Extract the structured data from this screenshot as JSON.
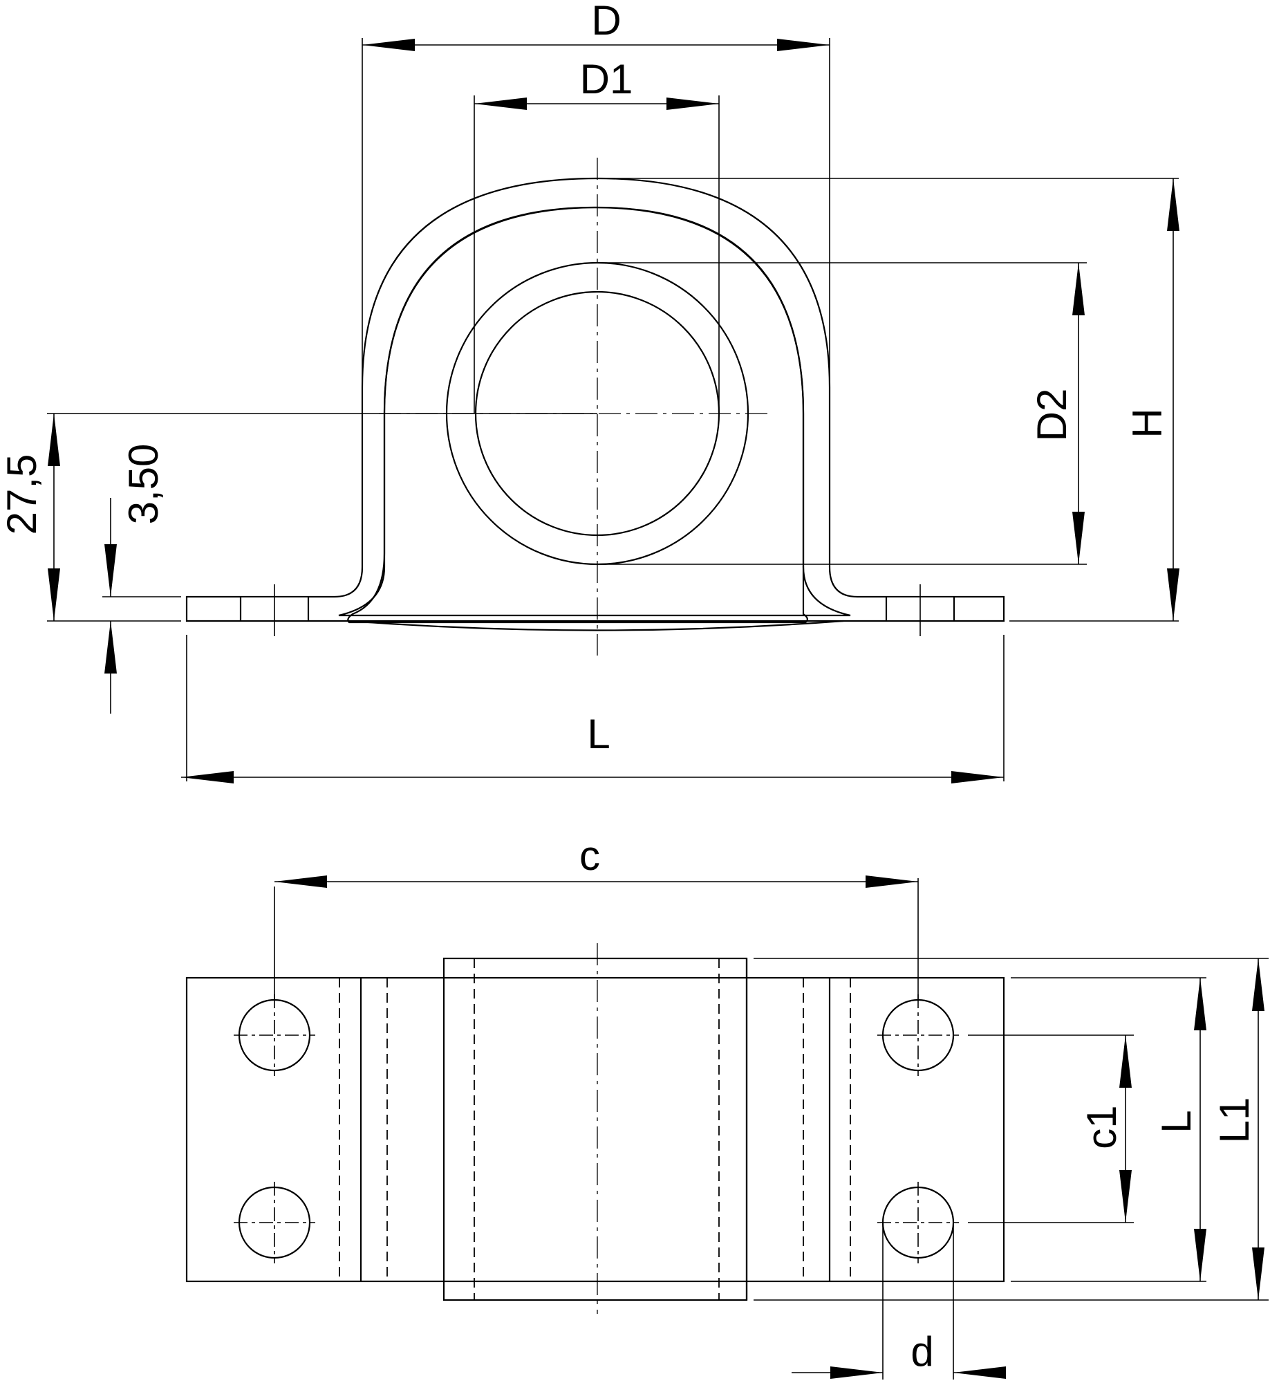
{
  "labels": {
    "D": "D",
    "D1": "D1",
    "D2": "D2",
    "H": "H",
    "L_front": "L",
    "dim_27_5": "27,5",
    "dim_3_50": "3,50",
    "c": "c",
    "c1": "c1",
    "L_plan": "L",
    "L1": "L1",
    "d": "d"
  },
  "colors": {
    "line": "#000000",
    "background": "#ffffff"
  }
}
